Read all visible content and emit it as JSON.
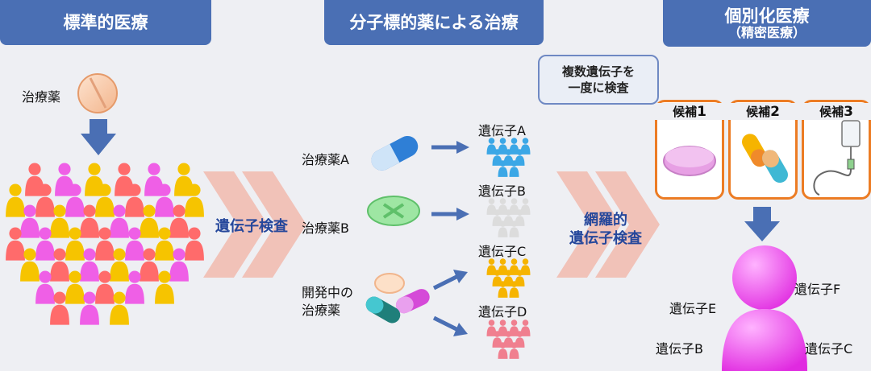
{
  "headers": {
    "standard": "標準的医療",
    "molecular": "分子標的薬による治療",
    "personalized": "個別化医療",
    "personalized_sub": "（精密医療）"
  },
  "standard": {
    "drug_label": "治療薬"
  },
  "gene_test_label": "遺伝子検査",
  "comprehensive_test_label_1": "網羅的",
  "comprehensive_test_label_2": "遺伝子検査",
  "multi_box": {
    "line1": "複数遺伝子を",
    "line2": "一度に検査"
  },
  "drugs": {
    "a": "治療薬A",
    "b": "治療薬B",
    "dev_1": "開発中の",
    "dev_2": "治療薬"
  },
  "genes": {
    "a": "遺伝子A",
    "b": "遺伝子B",
    "c": "遺伝子C",
    "d": "遺伝子D"
  },
  "candidates": {
    "prefix": "候補",
    "n1": "1",
    "n2": "2",
    "n3": "3"
  },
  "person_genes": {
    "e": "遺伝子E",
    "f": "遺伝子F",
    "b": "遺伝子B",
    "c": "遺伝子C"
  },
  "colors": {
    "header_bg": "#4a6fb4",
    "arrow_blue": "#4a6fb4",
    "text_blue": "#25479b",
    "candidate_border": "#ec7c24",
    "chevron": "#f2b4a5",
    "person_magenta": "#ee44ee",
    "gene_a": "#3ba7e6",
    "gene_b": "#dcdcdc",
    "gene_c": "#f6b400",
    "gene_d": "#f07f8f"
  }
}
